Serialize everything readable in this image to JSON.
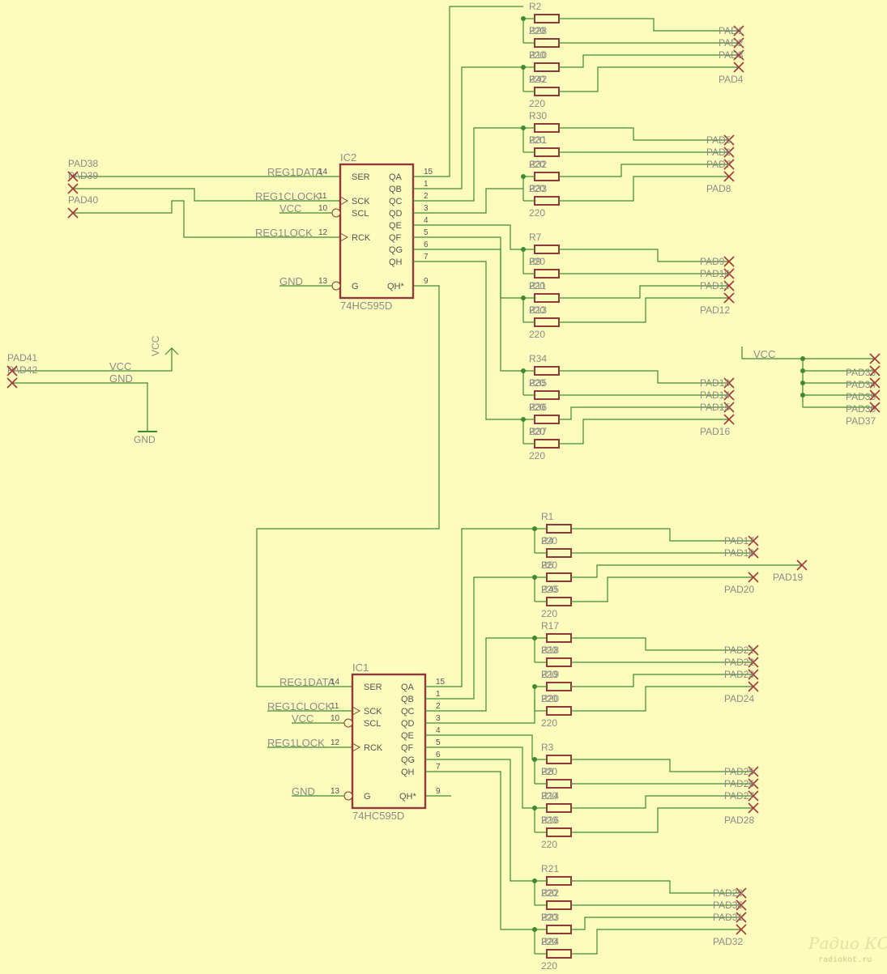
{
  "ic2": {
    "name": "IC2",
    "part": "74HC595D",
    "ser": "REG1DATA",
    "sck": "REG1CLOCK",
    "vcc": "VCC",
    "rck": "REG1LOCK",
    "gnd": "GND"
  },
  "ic1": {
    "name": "IC1",
    "part": "74HC595D",
    "ser": "REG1DATA",
    "sck": "REG1CLOCK",
    "vcc": "VCC",
    "rck": "REG1LOCK",
    "gnd": "GND"
  },
  "pins": {
    "left": [
      "SER",
      "SCK",
      "SCL",
      "RCK",
      "G"
    ],
    "right": [
      "QA",
      "QB",
      "QC",
      "QD",
      "QE",
      "QF",
      "QG",
      "QH",
      "QH*"
    ],
    "leftnums": [
      "14",
      "11",
      "10",
      "12",
      "13"
    ],
    "rightnums": [
      "15",
      "1",
      "2",
      "3",
      "4",
      "5",
      "6",
      "7",
      "9"
    ]
  },
  "pads_left": [
    "PAD38",
    "PAD39",
    "PAD40"
  ],
  "power": {
    "pad41": "PAD41",
    "pad42": "PAD42",
    "vcc": "VCC",
    "gnd": "GND",
    "vcc_sym": "VCC",
    "gnd_sym": "GND"
  },
  "vcc_bus": {
    "label": "VCC",
    "pads": [
      "PAD33",
      "PAD34",
      "PAD35",
      "PAD36",
      "PAD37"
    ]
  },
  "groups": [
    {
      "r": [
        "R2",
        "R28",
        "R10",
        "R42"
      ],
      "v": [
        "220",
        "220",
        "220",
        "220"
      ],
      "pads": [
        "PAD1",
        "PAD2",
        "PAD3",
        "PAD4"
      ]
    },
    {
      "r": [
        "R30",
        "R31",
        "R32",
        "R33"
      ],
      "v": [
        "220",
        "220",
        "220",
        "220"
      ],
      "pads": [
        "PAD5",
        "PAD6",
        "PAD7",
        "PAD8"
      ]
    },
    {
      "r": [
        "R7",
        "R9",
        "R11",
        "R13"
      ],
      "v": [
        "220",
        "220",
        "220",
        "220"
      ],
      "pads": [
        "PAD9",
        "PAD10",
        "PAD11",
        "PAD12"
      ]
    },
    {
      "r": [
        "R34",
        "R35",
        "R36",
        "R37"
      ],
      "v": [
        "220",
        "220",
        "220",
        "220"
      ],
      "pads": [
        "PAD13",
        "PAD14",
        "PAD15",
        "PAD16"
      ]
    },
    {
      "r": [
        "R1",
        "R4",
        "R5",
        "R45"
      ],
      "v": [
        "220",
        "220",
        "220",
        "220"
      ],
      "pads": [
        "PAD17",
        "PAD18",
        "PAD19",
        "PAD20"
      ]
    },
    {
      "r": [
        "R17",
        "R18",
        "R19",
        "R20"
      ],
      "v": [
        "220",
        "220",
        "220",
        "220"
      ],
      "pads": [
        "PAD21",
        "PAD22",
        "PAD23",
        "PAD24"
      ]
    },
    {
      "r": [
        "R3",
        "R8",
        "R14",
        "R16"
      ],
      "v": [
        "220",
        "220",
        "220",
        "220"
      ],
      "pads": [
        "PAD25",
        "PAD26",
        "PAD27",
        "PAD28"
      ]
    },
    {
      "r": [
        "R21",
        "R22",
        "R23",
        "R24"
      ],
      "v": [
        "220",
        "220",
        "220",
        "220"
      ],
      "pads": [
        "PAD29",
        "PAD30",
        "PAD31",
        "PAD32"
      ]
    }
  ],
  "watermark": {
    "logo": "Радио КОТ",
    "site": "radiokot.ru"
  }
}
